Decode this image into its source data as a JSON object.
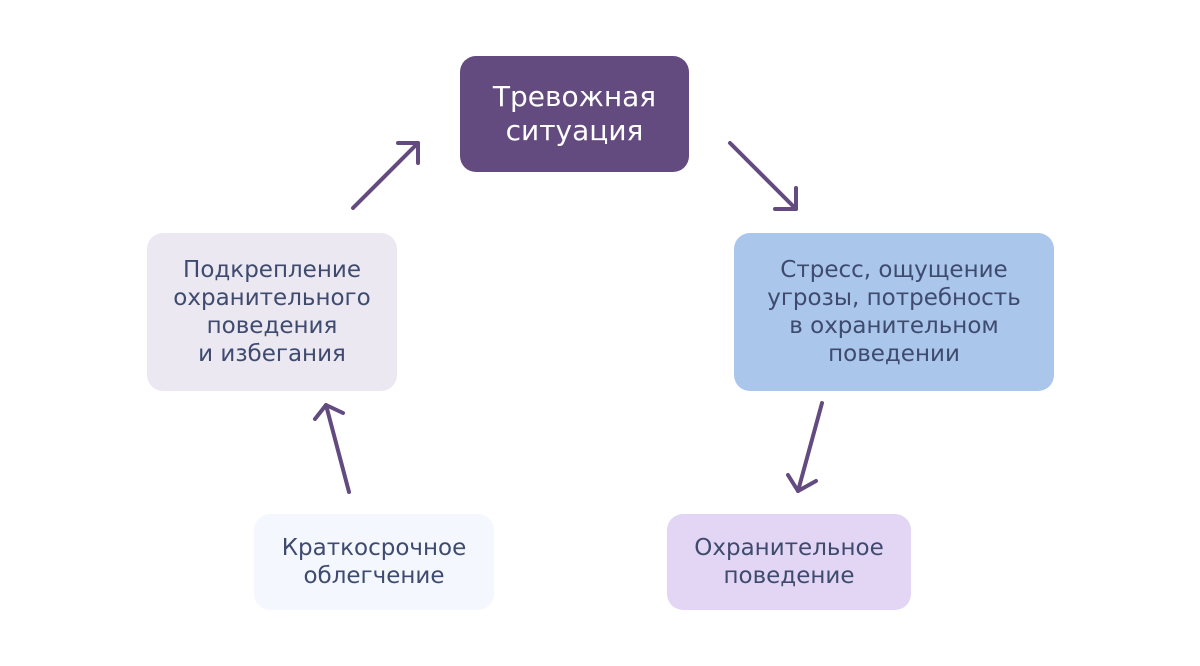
{
  "diagram": {
    "nodes": [
      {
        "id": "anxious-situation",
        "label": "Тревожная\nситуация",
        "color": "#634b80"
      },
      {
        "id": "stress-threat",
        "label": "Стресс, ощущение\nугрозы, потребность\nв охранительном\nповедении",
        "color": "#aac6eb"
      },
      {
        "id": "safety-behavior",
        "label": "Охранительное\nповедение",
        "color": "#e3d6f4"
      },
      {
        "id": "short-term-relief",
        "label": "Краткосрочное\nоблегчение",
        "color": "#f4f7fd"
      },
      {
        "id": "reinforcement",
        "label": "Подкрепление\nохранительного\nповедения\nи избегания",
        "color": "#ebe8f2"
      }
    ],
    "edges": [
      {
        "from": "anxious-situation",
        "to": "stress-threat"
      },
      {
        "from": "stress-threat",
        "to": "safety-behavior"
      },
      {
        "from": "short-term-relief",
        "to": "reinforcement"
      },
      {
        "from": "reinforcement",
        "to": "anxious-situation"
      }
    ],
    "arrow_color": "#634b80"
  }
}
